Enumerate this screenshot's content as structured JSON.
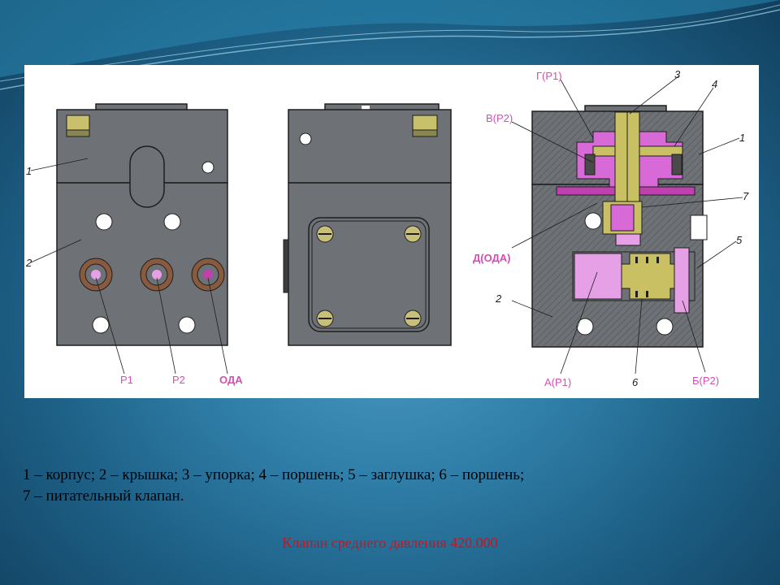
{
  "figure": {
    "left_view": {
      "part_labels": [
        "1",
        "2"
      ],
      "port_labels": [
        "P1",
        "P2",
        "ОДА"
      ]
    },
    "section_view": {
      "top_labels": [
        "Г(Р1)",
        "3",
        "4"
      ],
      "left_labels": [
        "В(Р2)",
        "Д(ОДА)"
      ],
      "right_labels": [
        "1",
        "7",
        "5"
      ],
      "body_label": "2",
      "bottom_labels": [
        "А(Р1)",
        "6",
        "Б(Р2)"
      ]
    }
  },
  "caption": {
    "line1": "1 – корпус; 2 – крышка; 3 – упорка; 4 – поршень; 5 – заглушка; 6 – поршень;",
    "line2": "7 – питательный клапан."
  },
  "title": "Клапан среднего давления 420.000",
  "colors": {
    "body": "#6e7277",
    "outline": "#1e1e1e",
    "port_ring": "#8a5a3e",
    "piston": "#d86ad8",
    "brass": "#c8c062",
    "label_magenta": "#d24fb4",
    "title_red": "#c8141e"
  }
}
